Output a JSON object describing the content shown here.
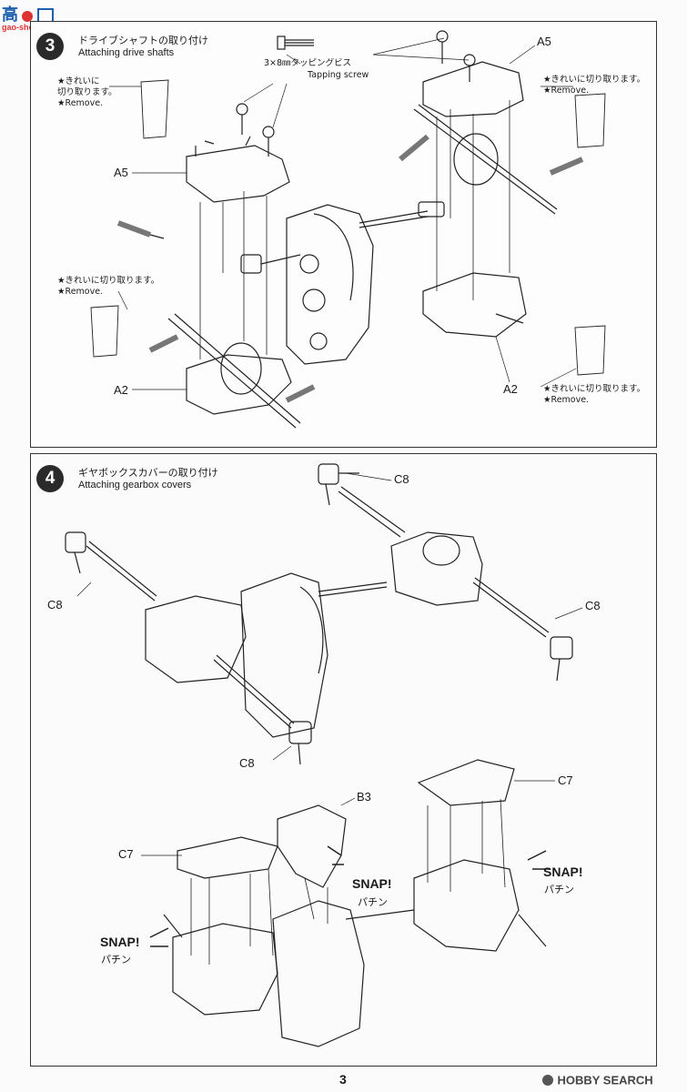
{
  "watermark_top": {
    "text": "高",
    "url": "gao-shou.com"
  },
  "step3": {
    "number": "3",
    "title_jp": "ドライブシャフトの取り付け",
    "title_en": "Attaching drive shafts",
    "screw_jp": "3×8㎜タッピングビス",
    "screw_en": "Tapping screw",
    "label_a5_left": "A5",
    "label_a5_right": "A5",
    "label_a2_left": "A2",
    "label_a2_right": "A2",
    "note1_line1": "★きれいに",
    "note1_line2": "切り取ります。",
    "note1_line3": "★Remove.",
    "note2_line1": "★きれいに切り取ります。",
    "note2_line2": "★Remove.",
    "note3_line1": "★きれいに切り取ります。",
    "note3_line2": "★Remove.",
    "note4_line1": "★きれいに切り取ります。",
    "note4_line2": "★Remove."
  },
  "step4": {
    "number": "4",
    "title_jp": "ギヤボックスカバーの取り付け",
    "title_en": "Attaching gearbox covers",
    "c8_top": "C8",
    "c8_left": "C8",
    "c8_right": "C8",
    "c8_bottom": "C8",
    "c7_right": "C7",
    "c7_left": "C7",
    "b3": "B3",
    "snap_center_en": "SNAP!",
    "snap_center_jp": "パチン",
    "snap_right_en": "SNAP!",
    "snap_right_jp": "パチン",
    "snap_left_en": "SNAP!",
    "snap_left_jp": "パチン"
  },
  "footer": {
    "page_number": "3",
    "brand": "HOBBY SEARCH"
  }
}
